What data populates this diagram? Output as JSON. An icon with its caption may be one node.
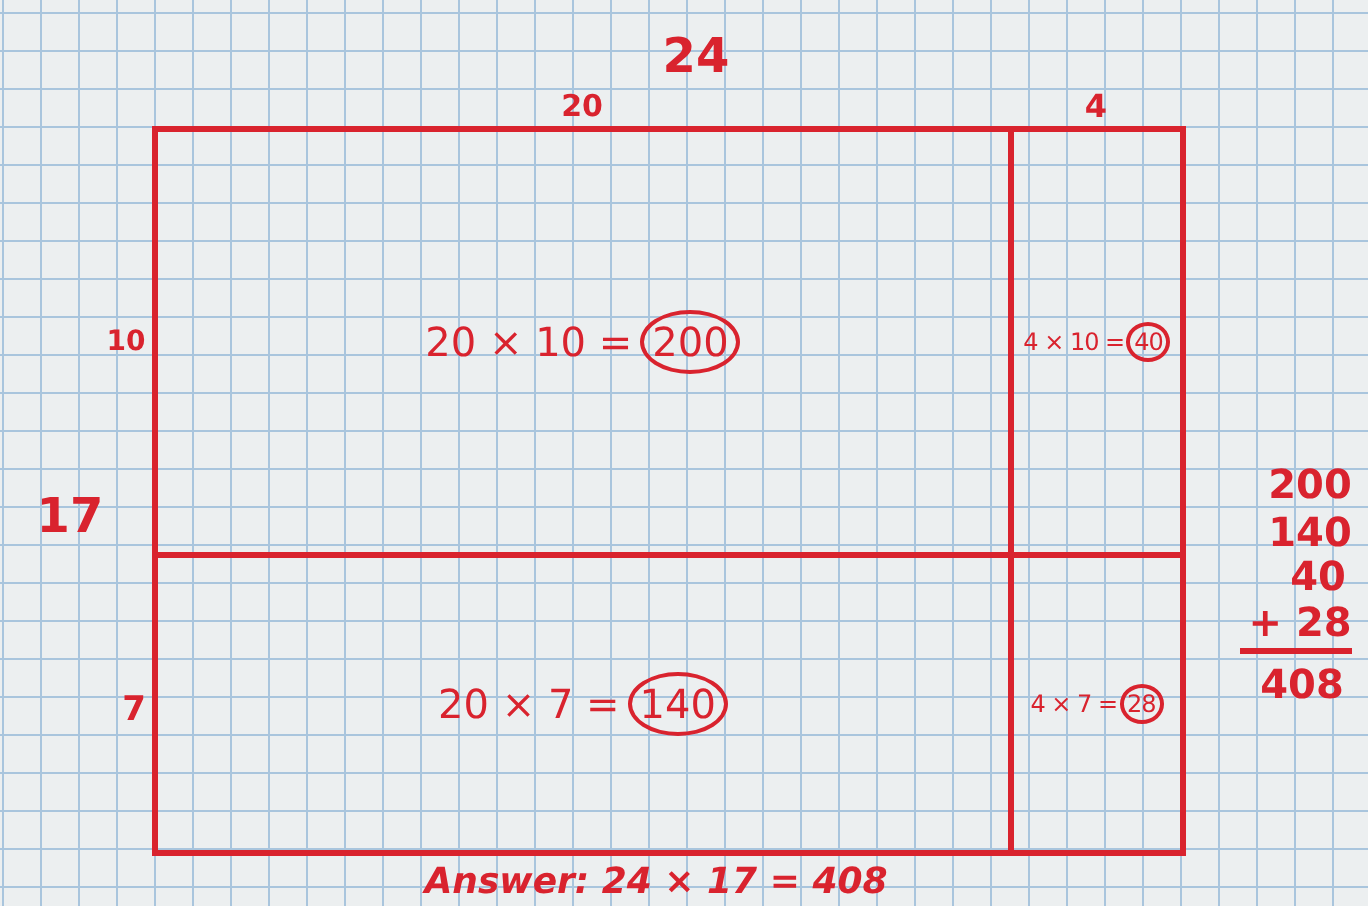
{
  "diagram": {
    "nodes": [
      {
        "text": [
          "20 × 10 =",
          "200"
        ]
      },
      {
        "text": [
          "4 × 10 =",
          "40"
        ]
      },
      {
        "text": [
          "20 × 7 =",
          "140"
        ]
      },
      {
        "text": [
          "4 × 7 =",
          "28"
        ]
      }
    ],
    "labels": [
      "24",
      "20",
      "4",
      "10",
      "17",
      "7",
      "200",
      "140",
      "40",
      "+ 28",
      "408",
      "Answer: 24 × 17 = 408"
    ]
  }
}
